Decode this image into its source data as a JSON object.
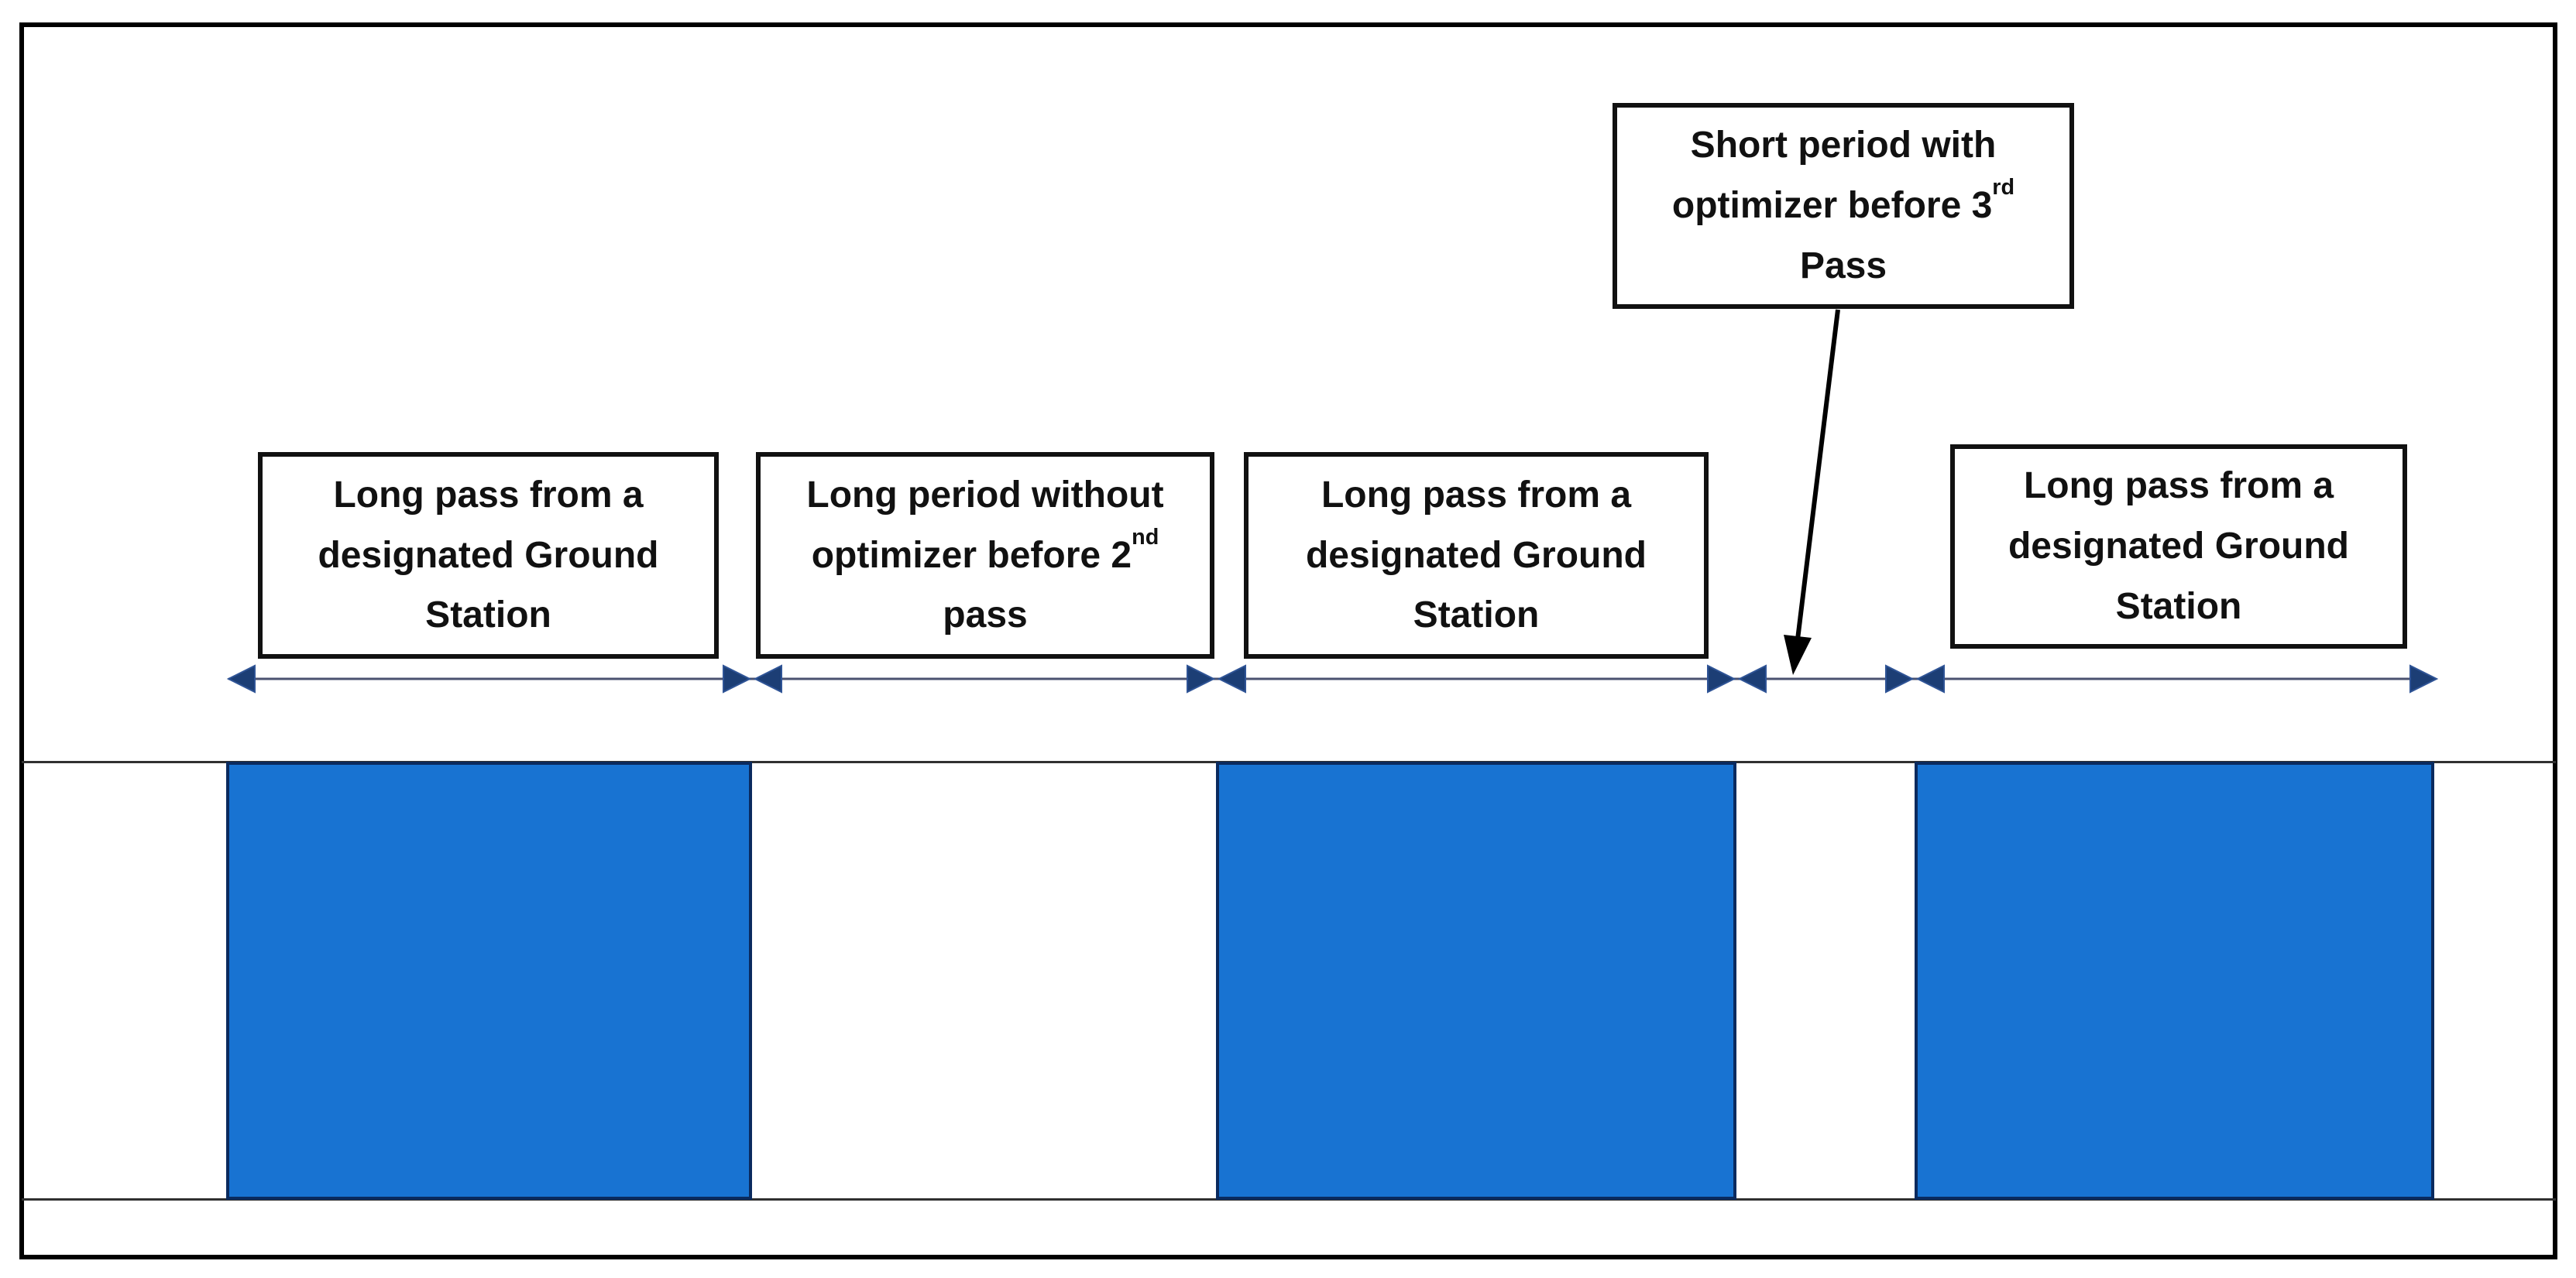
{
  "colors": {
    "pass_fill": "#1873D2",
    "pass_border": "#0A2A5E",
    "arrowhead_fill": "#1C3E75",
    "arrowhead_stroke": "#2F5496",
    "span_line": "#4A5270",
    "band_line": "#303030",
    "frame_border": "#000000",
    "box_border": "#111111",
    "callout_arrow": "#000000",
    "text": "#111111",
    "background": "#FFFFFF"
  },
  "annotations": {
    "pass_label_1": {
      "pre": "Long pass from a designated Ground Station",
      "sup": "",
      "post": ""
    },
    "gap_label": {
      "pre": "Long period without optimizer before 2",
      "sup": "nd",
      "post": " pass"
    },
    "pass_label_2": {
      "pre": "Long pass from a designated Ground Station",
      "sup": "",
      "post": ""
    },
    "callout": {
      "pre": "Short period with optimizer before 3",
      "sup": "rd",
      "post": " Pass"
    },
    "pass_label_3": {
      "pre": "Long pass from a designated Ground Station",
      "sup": "",
      "post": ""
    }
  }
}
